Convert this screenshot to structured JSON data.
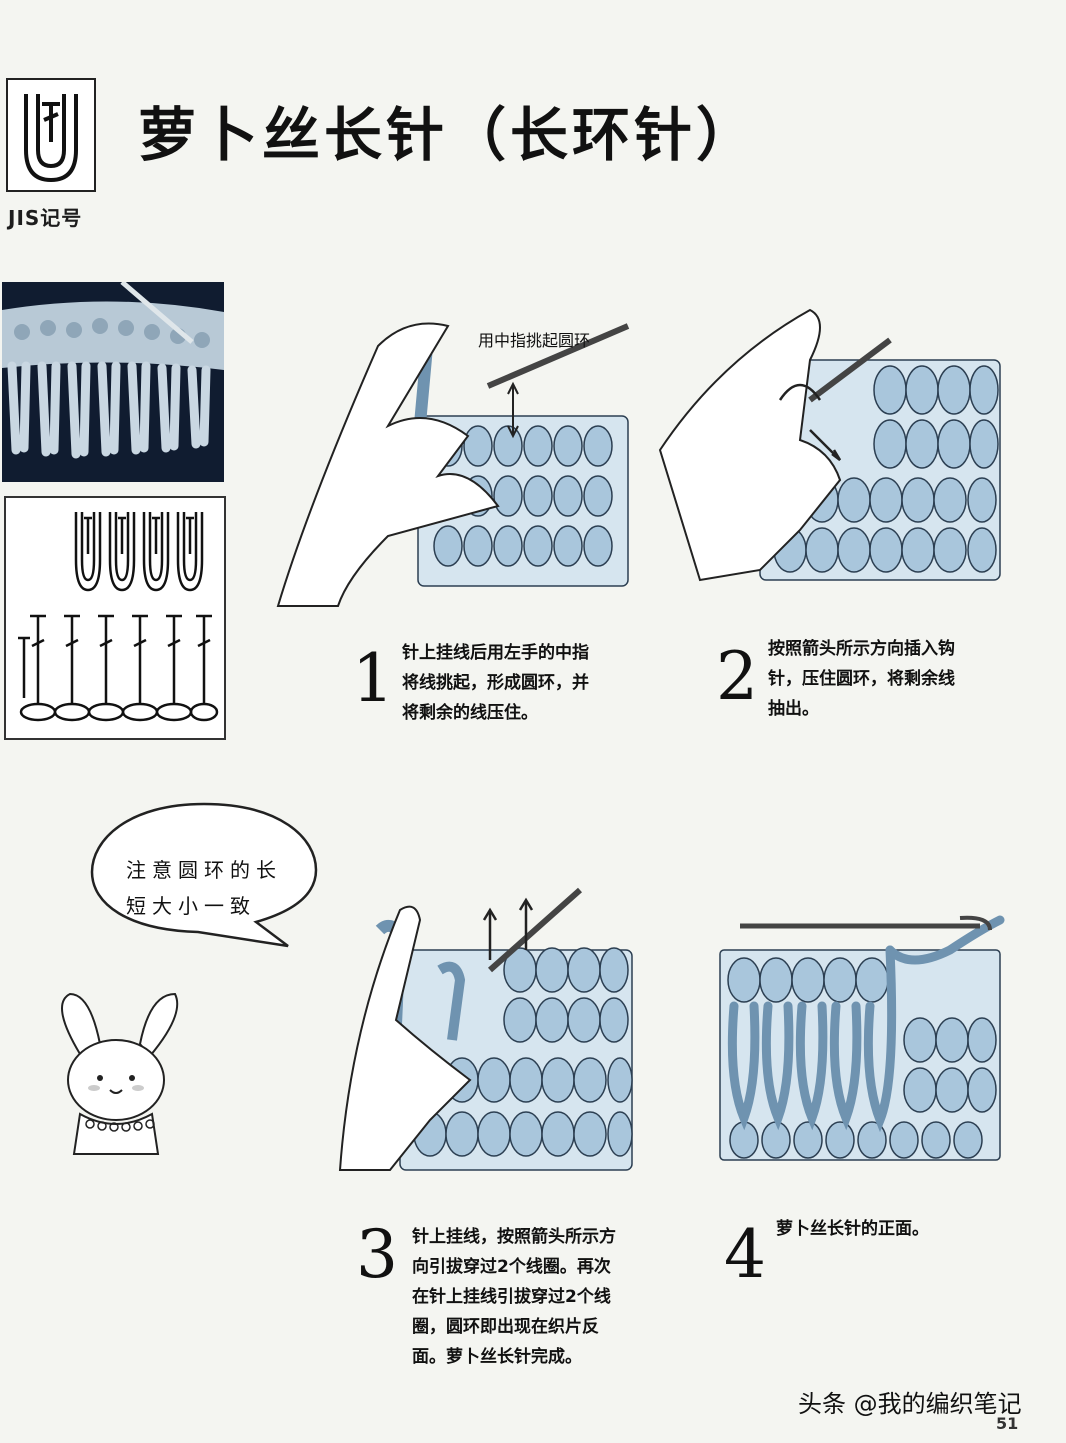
{
  "header": {
    "jis_label": "JIS记号",
    "title": "萝卜丝长针（长环针）"
  },
  "steps": [
    {
      "number": "1",
      "callout": "用中指挑起圆环",
      "lines": [
        "针上挂线后用左手的中指",
        "将线挑起，形成圆环，并",
        "将剩余的线压住。"
      ]
    },
    {
      "number": "2",
      "lines": [
        "按照箭头所示方向插入钩",
        "针，压住圆环，将剩余线",
        "抽出。"
      ]
    },
    {
      "number": "3",
      "lines": [
        "针上挂线，按照箭头所示方",
        "向引拔穿过2个线圈。再次",
        "在针上挂线引拔穿过2个线",
        "圈，圆环即出现在织片反",
        "面。萝卜丝长针完成。"
      ]
    },
    {
      "number": "4",
      "lines": [
        "萝卜丝长针的正面。"
      ]
    }
  ],
  "speech_bubble": {
    "lines": [
      "注意圆环的长",
      "短大小一致"
    ]
  },
  "footer": {
    "watermark": "头条 @我的编织笔记",
    "page_number": "51"
  },
  "colors": {
    "yarn": "#a9c6dc",
    "yarn_outline": "#2c3f52",
    "photo_bg": "#101c30",
    "paper": "#f4f5f1"
  }
}
